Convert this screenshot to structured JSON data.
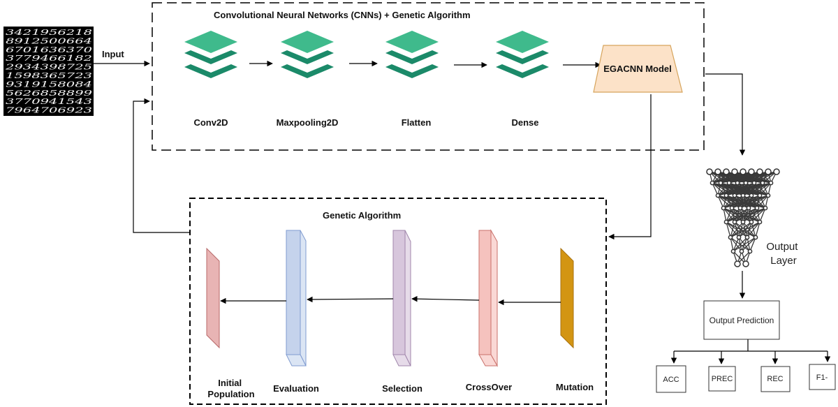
{
  "cnn_section": {
    "title": "Convolutional Neural Networks (CNNs) + Genetic Algorithm",
    "input_label": "Input",
    "layers": [
      "Conv2D",
      "Maxpooling2D",
      "Flatten",
      "Dense"
    ],
    "model_label": "EGACNN Model"
  },
  "ga_section": {
    "title": "Genetic Algorithm",
    "stages": {
      "initial_population": [
        "Initial",
        "Population"
      ],
      "evaluation": "Evaluation",
      "selection": "Selection",
      "crossover": "CrossOver",
      "mutation": "Mutation"
    }
  },
  "output": {
    "layer_label": [
      "Output",
      "Layer"
    ],
    "prediction_label": "Output Prediction",
    "metrics": [
      "ACC",
      "PREC",
      "REC",
      "F1-"
    ]
  },
  "mnist_digits": [
    "3421956218",
    "8912500664",
    "6701636370",
    "3779466182",
    "2934398725",
    "1598365723",
    "9319158084",
    "5626858899",
    "3770941543",
    "7964706923"
  ],
  "colors": {
    "layer_stack": "#3fba8c",
    "layer_stack_dark": "#1b8a69",
    "model_fill": "#fce2c8",
    "model_stroke": "#d6a45c",
    "initial_population": "#e8b4b4",
    "evaluation": "#c5d3ec",
    "selection": "#d7c6dc",
    "crossover": "#f5c2be",
    "mutation": "#d39513"
  }
}
